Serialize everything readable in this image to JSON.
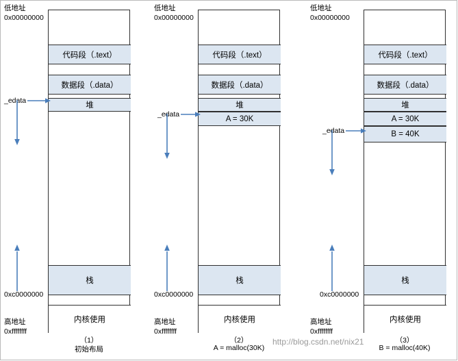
{
  "labels": {
    "low_addr_title": "低地址",
    "low_addr_value": "0x00000000",
    "high_addr_title": "高地址",
    "high_addr_value": "0xffffffff",
    "stack_boundary": "0xc0000000",
    "edata": "_edata"
  },
  "segments": {
    "text": "代码段（.text）",
    "data": "数据段（.data）",
    "heap": "堆",
    "stack": "栈",
    "kernel": "内核使用",
    "alloc_a": "A = 30K",
    "alloc_b": "B = 40K"
  },
  "panels": [
    {
      "number": "（1）",
      "caption": "初始布局",
      "caption2": ""
    },
    {
      "number": "（2）",
      "caption": "A = malloc(30K)",
      "caption2": ""
    },
    {
      "number": "（3）",
      "caption": "B = malloc(40K)",
      "caption2": ""
    }
  ],
  "watermark": "http://blog.csdn.net/nix21",
  "colors": {
    "segment_fill": "#dce6f1",
    "outline": "#2f2f2f",
    "arrow": "#4a7ebb",
    "frame": "#b9b9b9"
  }
}
